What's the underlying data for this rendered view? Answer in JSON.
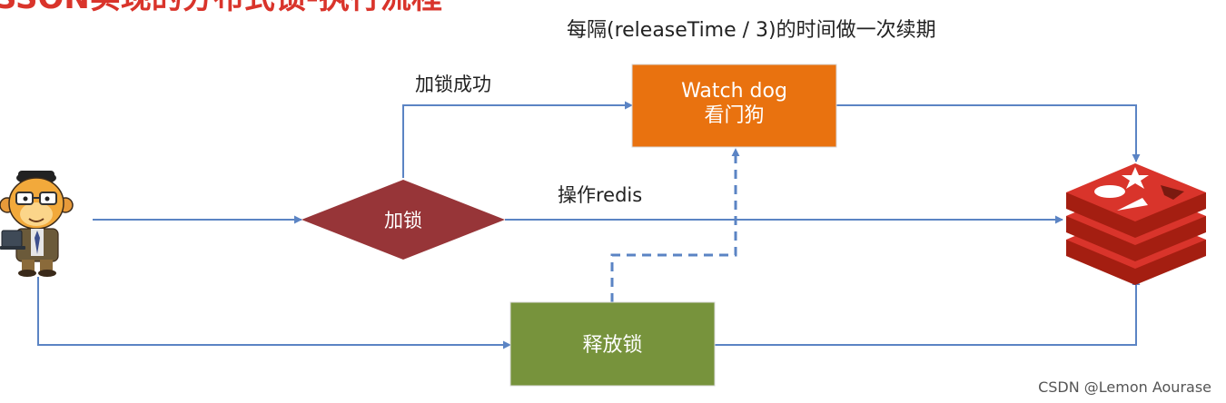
{
  "title": "SSON实现的分布式锁-执行流程",
  "notes": {
    "renewal": "每隔(releaseTime / 3)的时间做一次续期",
    "lock_success": "加锁成功",
    "operate_redis": "操作redis"
  },
  "nodes": {
    "lock": "加锁",
    "watchdog_line1": "Watch dog",
    "watchdog_line2": "看门狗",
    "release": "释放锁"
  },
  "watermark": "CSDN @Lemon Aourase",
  "colors": {
    "arrow": "#5b84c4",
    "lock_diamond": "#973538",
    "watchdog_box": "#e9720f",
    "release_box": "#77933c",
    "redis_red": "#d9342b",
    "title_red": "#d9342b"
  },
  "icons": {
    "user": "monkey-developer-icon",
    "redis": "redis-logo-icon"
  }
}
